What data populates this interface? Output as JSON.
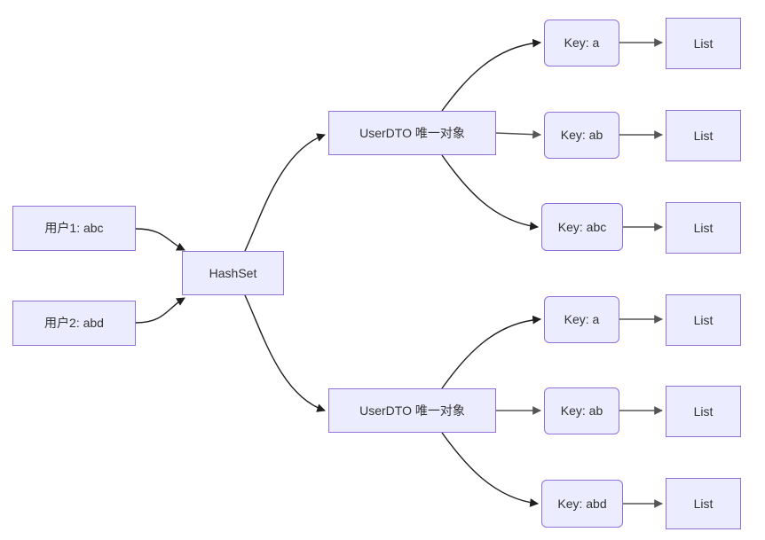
{
  "diagram": {
    "type": "flowchart",
    "direction": "left-to-right",
    "colors": {
      "node_fill": "#ECECFF",
      "node_border": "#9370DB",
      "node_text": "#333333",
      "curved_edge": "#1f1f1f",
      "straight_edge": "#666666",
      "background": "#FFFFFF"
    },
    "nodes": {
      "user1": {
        "label": "用户1: abc",
        "shape": "rect"
      },
      "user2": {
        "label": "用户2: abd",
        "shape": "rect"
      },
      "hashset": {
        "label": "HashSet",
        "shape": "rect"
      },
      "dto_top": {
        "label": "UserDTO 唯一对象",
        "shape": "rect"
      },
      "dto_bottom": {
        "label": "UserDTO 唯一对象",
        "shape": "rect"
      },
      "key_top_1": {
        "label": "Key: a",
        "shape": "rounded"
      },
      "key_top_2": {
        "label": "Key: ab",
        "shape": "rounded"
      },
      "key_top_3": {
        "label": "Key: abc",
        "shape": "rounded"
      },
      "key_bottom_1": {
        "label": "Key: a",
        "shape": "rounded"
      },
      "key_bottom_2": {
        "label": "Key: ab",
        "shape": "rounded"
      },
      "key_bottom_3": {
        "label": "Key: abd",
        "shape": "rounded"
      },
      "list_top_1": {
        "label": "List",
        "shape": "rect"
      },
      "list_top_2": {
        "label": "List",
        "shape": "rect"
      },
      "list_top_3": {
        "label": "List",
        "shape": "rect"
      },
      "list_bottom_1": {
        "label": "List",
        "shape": "rect"
      },
      "list_bottom_2": {
        "label": "List",
        "shape": "rect"
      },
      "list_bottom_3": {
        "label": "List",
        "shape": "rect"
      }
    },
    "caption": ""
  }
}
